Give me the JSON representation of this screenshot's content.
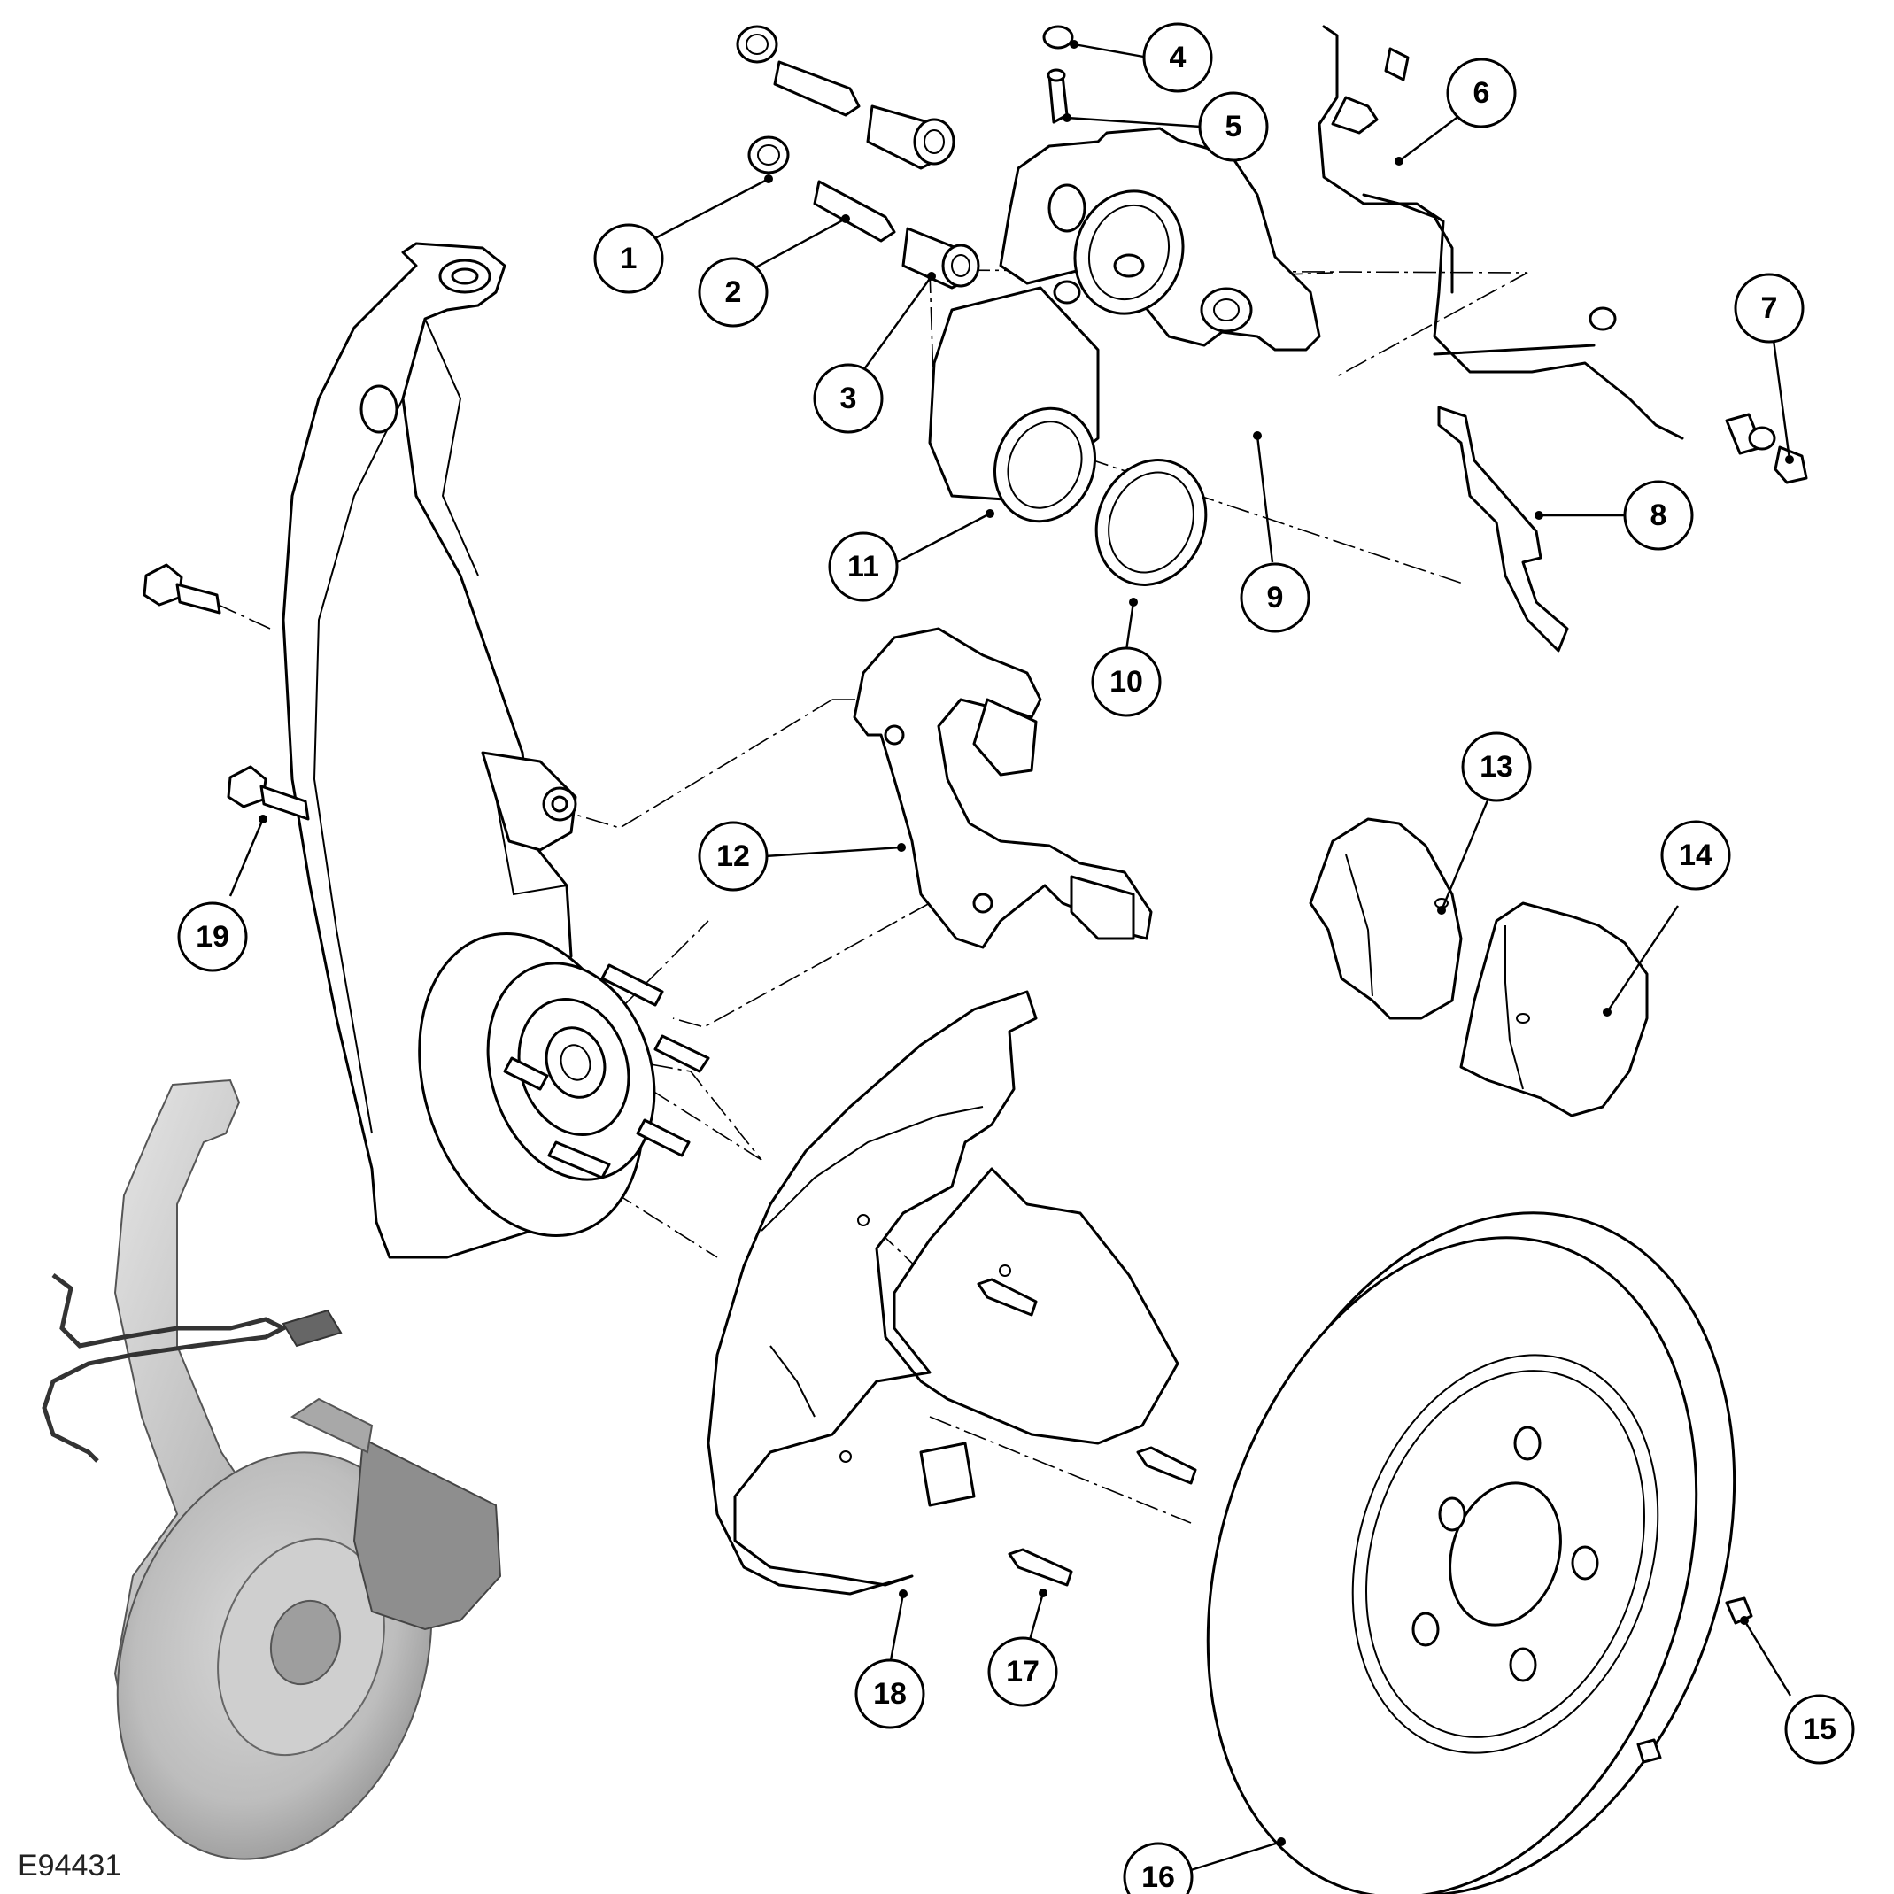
{
  "figure_id": "E94431",
  "callouts": [
    {
      "label": "1"
    },
    {
      "label": "2"
    },
    {
      "label": "3"
    },
    {
      "label": "4"
    },
    {
      "label": "5"
    },
    {
      "label": "6"
    },
    {
      "label": "7"
    },
    {
      "label": "8"
    },
    {
      "label": "9"
    },
    {
      "label": "10"
    },
    {
      "label": "11"
    },
    {
      "label": "12"
    },
    {
      "label": "13"
    },
    {
      "label": "14"
    },
    {
      "label": "15"
    },
    {
      "label": "16"
    },
    {
      "label": "17"
    },
    {
      "label": "18"
    },
    {
      "label": "19"
    }
  ]
}
